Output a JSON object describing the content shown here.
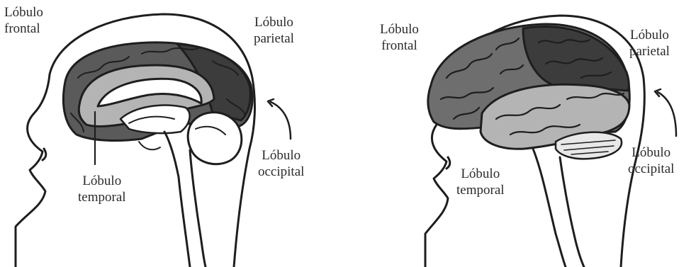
{
  "left_panel": {
    "frontal": [
      "Lóbulo",
      "frontal"
    ],
    "parietal": [
      "Lóbulo",
      "parietal"
    ],
    "temporal": [
      "Lóbulo",
      "temporal"
    ],
    "occipital": [
      "Lóbulo",
      "occipital"
    ]
  },
  "right_panel": {
    "frontal": [
      "Lóbulo",
      "frontal"
    ],
    "parietal": [
      "Lóbulo",
      "parietal"
    ],
    "temporal": [
      "Lóbulo",
      "temporal"
    ],
    "occipital": [
      "Lóbulo",
      "occipital"
    ]
  },
  "colors": {
    "outline": "#1e1e1e",
    "frontal_lobe": "#6e6e6e",
    "parietal_lobe": "#3c3c3c",
    "temporal_lobe": "#b4b4b4",
    "occipital_lobe": "#ffffff"
  }
}
